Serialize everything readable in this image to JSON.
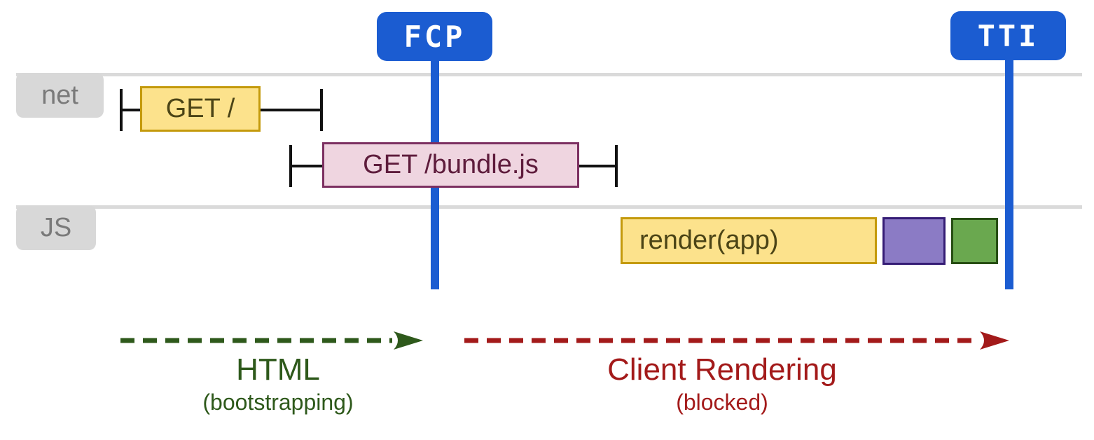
{
  "colors": {
    "blue": "#1B5CD1",
    "track": "#DADADA",
    "tab_bg": "#D8D8D8",
    "tab_text": "#7A7A7A",
    "whisker": "#111111",
    "yellow_fill": "#FCE28C",
    "yellow_border": "#C49A0C",
    "yellow_text": "#4B4416",
    "pink_fill": "#EFD5E0",
    "pink_border": "#7C3061",
    "pink_text": "#5E1C3C",
    "purple_fill": "#8B7BC5",
    "purple_border": "#351C75",
    "green_fill": "#6AA84F",
    "green_border": "#274E13",
    "phase_green": "#2E591B",
    "phase_red": "#A31A1A",
    "badge_text": "#FFFFFF"
  },
  "markers": {
    "fcp": {
      "label": "FCP"
    },
    "tti": {
      "label": "TTI"
    }
  },
  "lanes": {
    "net": {
      "label": "net"
    },
    "js": {
      "label": "JS"
    }
  },
  "tasks": {
    "get_root": {
      "label": "GET /"
    },
    "get_bundle": {
      "label": "GET /bundle.js"
    },
    "render_app": {
      "label": "render(app)"
    }
  },
  "phases": {
    "html": {
      "title": "HTML",
      "subtitle": "(bootstrapping)"
    },
    "client_rendering": {
      "title": "Client Rendering",
      "subtitle": "(blocked)"
    }
  }
}
